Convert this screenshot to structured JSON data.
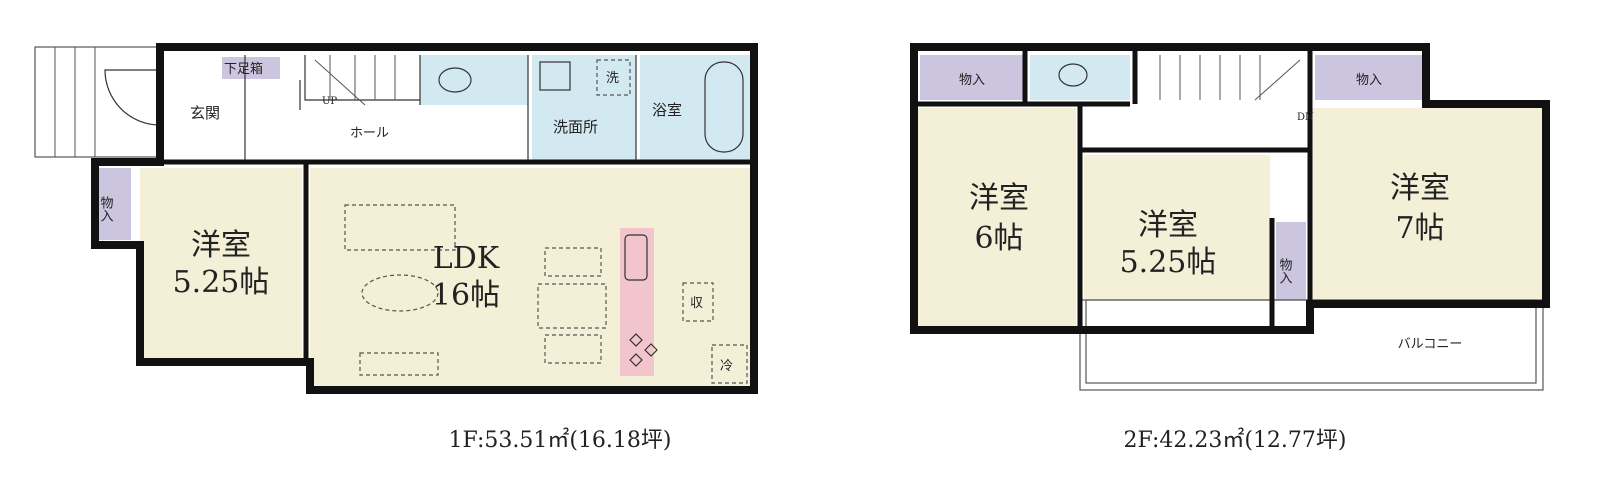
{
  "colors": {
    "room": "#f4f0d8",
    "wet": "#d3e9f2",
    "storage": "#cbc5df",
    "kitchen": "#f2c5cc",
    "wall": "#111111"
  },
  "floor1": {
    "caption": "1F:53.51㎡(16.18坪)",
    "rooms": {
      "entrance": "玄関",
      "shoe_box": "下足箱",
      "hall": "ホール",
      "stairs_up": "UP",
      "washroom": "洗面所",
      "washer": "洗",
      "bathroom": "浴室",
      "storage": "物入",
      "western_room": "洋室",
      "western_room_size": "5.25帖",
      "ldk": "LDK",
      "ldk_size": "16帖",
      "storage_kitchen": "収",
      "fridge": "冷"
    }
  },
  "floor2": {
    "caption": "2F:42.23㎡(12.77坪)",
    "rooms": {
      "storage_left": "物入",
      "storage_right": "物入",
      "storage_middle": "物入",
      "stairs_down": "DN",
      "room_a": "洋室",
      "room_a_size": "6帖",
      "room_b": "洋室",
      "room_b_size": "5.25帖",
      "room_c": "洋室",
      "room_c_size": "7帖",
      "balcony": "バルコニー"
    }
  }
}
